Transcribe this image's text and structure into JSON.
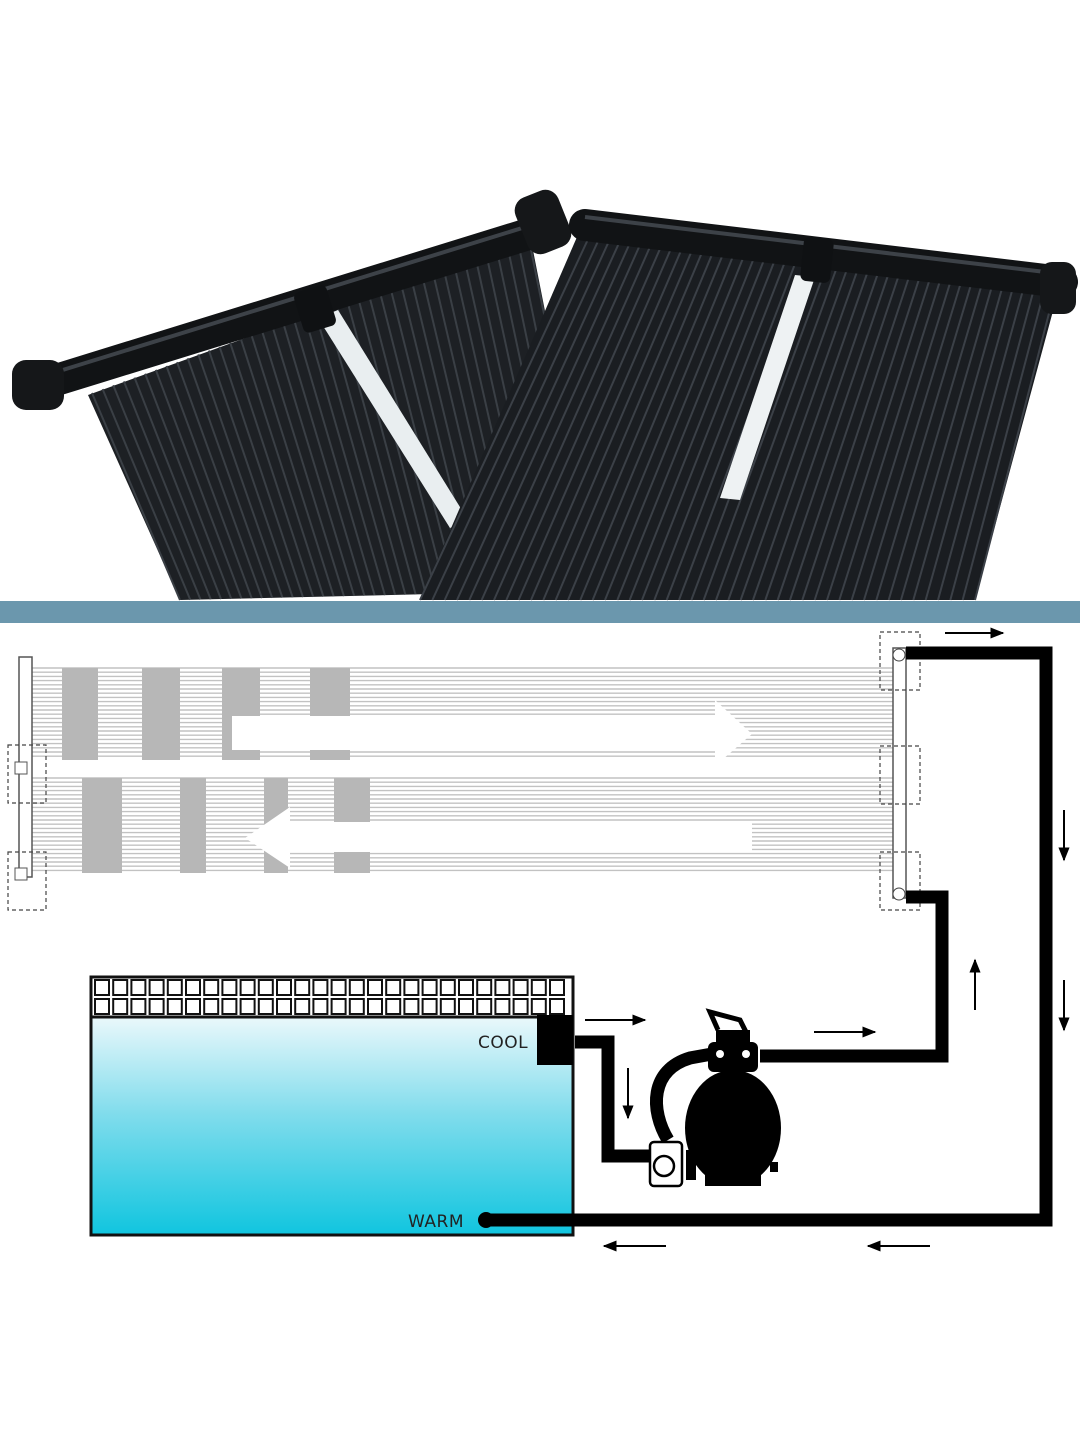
{
  "colors": {
    "panel_tube": "#1f2226",
    "panel_highlight": "#4a4f55",
    "divider_band": "#6b97ad",
    "diagram_gray": "#b9b9b9",
    "pipe": "#000000",
    "water_top": "#e6f6fa",
    "water_bottom": "#12c6e0"
  },
  "labels": {
    "cool": "COOL",
    "warm": "WARM"
  },
  "icons": {
    "photo": "solar-panel-photo",
    "pump": "sand-filter-pump-icon",
    "flow": "flow-arrow-icon"
  }
}
